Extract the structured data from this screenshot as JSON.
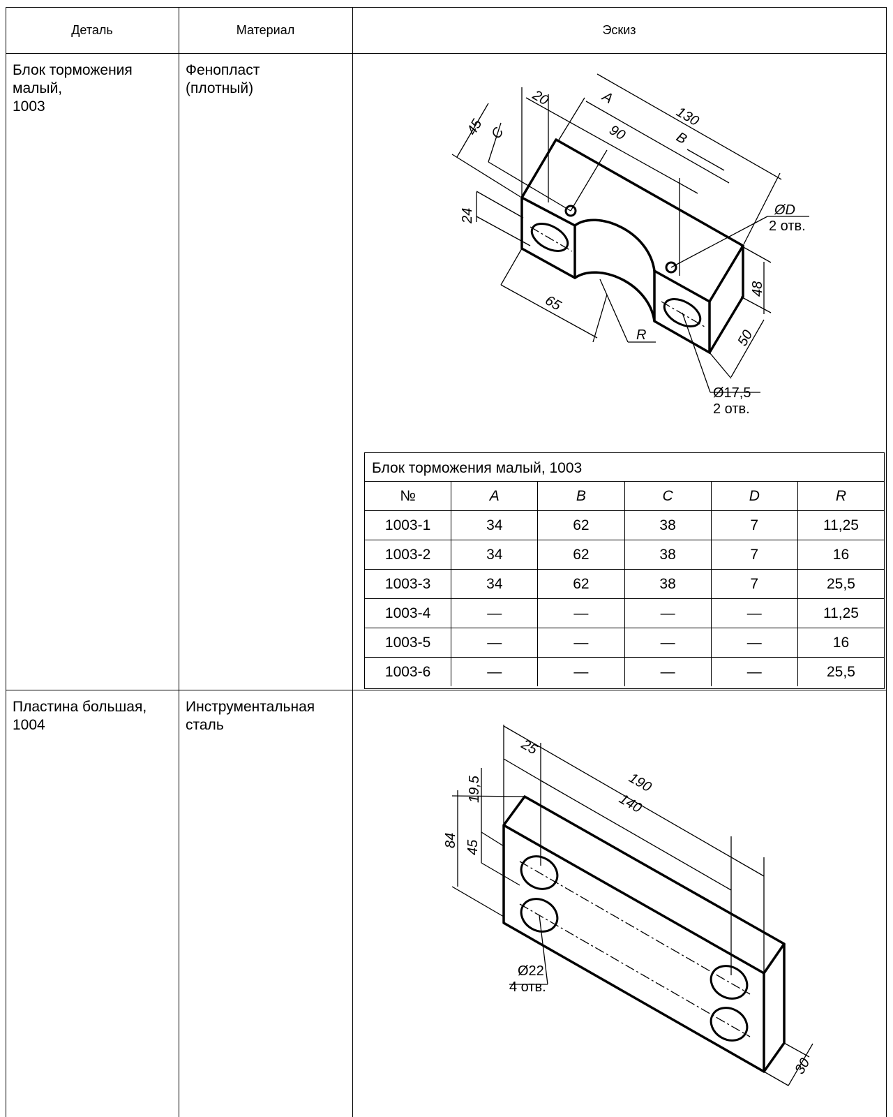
{
  "header": {
    "detail": "Деталь",
    "material": "Материал",
    "sketch": "Эскиз"
  },
  "rows": [
    {
      "detail": "Блок торможения\nмалый,\n1003",
      "material": "Фенопласт\n(плотный)",
      "dimensions": {
        "d20": "20",
        "A": "A",
        "d130": "130",
        "d90": "90",
        "B": "B",
        "d45": "45",
        "C": "C",
        "d24": "24",
        "D": "ØD",
        "D_holes": "2 отв.",
        "d48": "48",
        "d65": "65",
        "R": "R",
        "d50": "50",
        "d175": "Ø17,5",
        "d175_holes": "2 отв."
      },
      "variants_table": {
        "title": "Блок торможения малый, 1003",
        "headers": [
          "№",
          "A",
          "B",
          "C",
          "D",
          "R"
        ],
        "rows": [
          [
            "1003-1",
            "34",
            "62",
            "38",
            "7",
            "11,25"
          ],
          [
            "1003-2",
            "34",
            "62",
            "38",
            "7",
            "16"
          ],
          [
            "1003-3",
            "34",
            "62",
            "38",
            "7",
            "25,5"
          ],
          [
            "1003-4",
            "—",
            "—",
            "—",
            "—",
            "11,25"
          ],
          [
            "1003-5",
            "—",
            "—",
            "—",
            "—",
            "16"
          ],
          [
            "1003-6",
            "—",
            "—",
            "—",
            "—",
            "25,5"
          ]
        ]
      }
    },
    {
      "detail": "Пластина большая,\n1004",
      "material": "Инструментальная\nсталь",
      "dimensions": {
        "d25": "25",
        "d190": "190",
        "d140": "140",
        "d195": "19,5",
        "d84": "84",
        "d45": "45",
        "d22": "Ø22",
        "d22_holes": "4 отв.",
        "d30": "30"
      }
    }
  ]
}
